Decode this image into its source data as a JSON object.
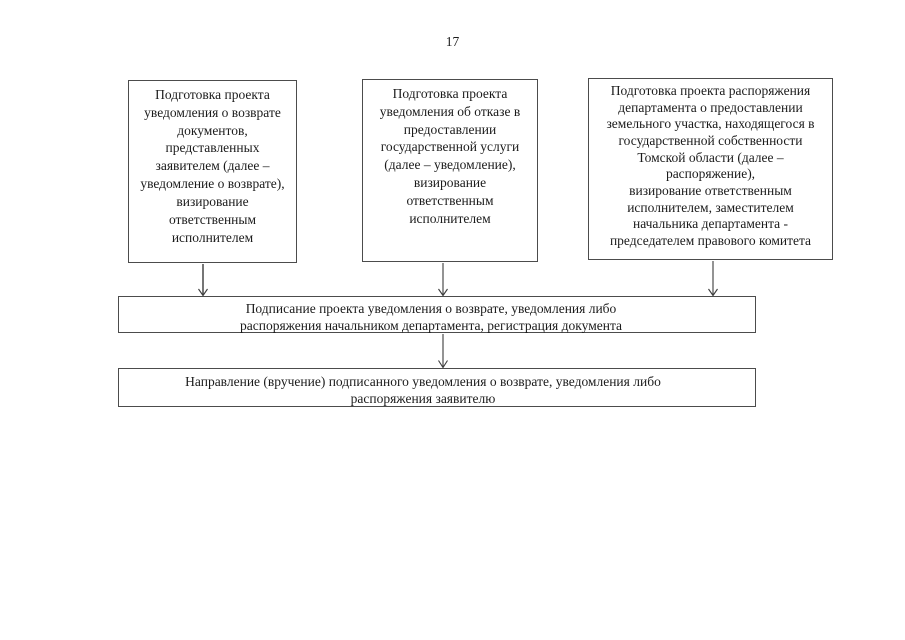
{
  "page": {
    "number": "17"
  },
  "colors": {
    "background": "#ffffff",
    "border": "#4c4c4c",
    "text": "#1b1b1b",
    "arrow": "#3c3c3c"
  },
  "diagram": {
    "top_boxes": [
      {
        "id": "return-notice-preparation",
        "text": "Подготовка проекта\nуведомления о возврате\nдокументов,\nпредставленных\nзаявителем (далее –\nуведомление о возврате),\nвизирование\nответственным\nисполнителем"
      },
      {
        "id": "refusal-notice-preparation",
        "text": "Подготовка проекта\nуведомления об отказе в\nпредоставлении\nгосударственной услуги\n(далее – уведомление),\nвизирование\nответственным\nисполнителем"
      },
      {
        "id": "order-preparation",
        "text": "Подготовка проекта распоряжения\nдепартамента о предоставлении\nземельного участка, находящегося в\nгосударственной собственности\nТомской области (далее –\nраспоряжение),\nвизирование ответственным\nисполнителем, заместителем\nначальника департамента -\nпредседателем правового комитета"
      }
    ],
    "sign_box": {
      "text": "Подписание проекта уведомления о возврате, уведомления либо\nраспоряжения начальником департамента, регистрация документа"
    },
    "delivery_box": {
      "text": "Направление (вручение) подписанного уведомления о возврате, уведомления либо\nраспоряжения заявителю"
    }
  }
}
